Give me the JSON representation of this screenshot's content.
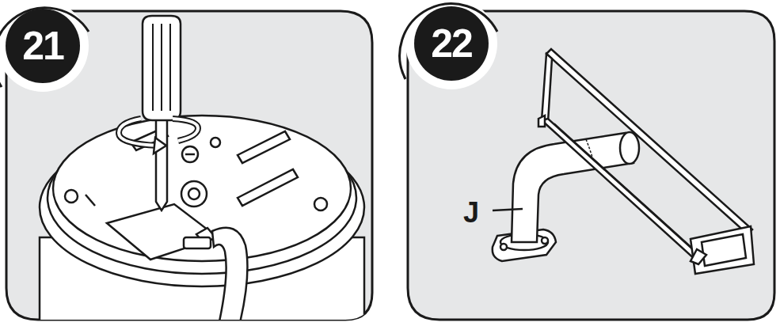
{
  "diagram": {
    "nodes": [
      {
        "text": [
          "21"
        ]
      },
      {
        "text": [
          "22"
        ]
      }
    ],
    "labels": [
      "J"
    ]
  }
}
